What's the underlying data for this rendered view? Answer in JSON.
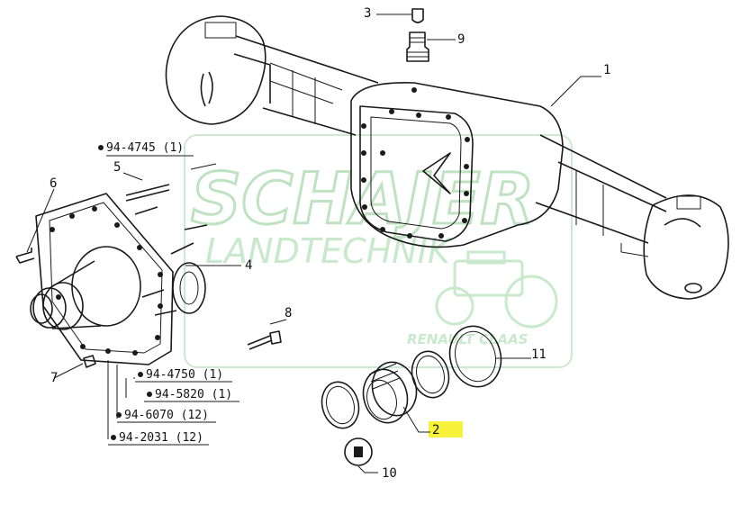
{
  "watermark": {
    "brand": "SCHAJER",
    "subtitle": "LANDTECHNIK",
    "tag": "RENAULT CLAAS"
  },
  "callouts": [
    {
      "id": "1",
      "text": "1"
    },
    {
      "id": "2",
      "text": "2"
    },
    {
      "id": "3",
      "text": "3"
    },
    {
      "id": "4",
      "text": "4"
    },
    {
      "id": "5",
      "text": "5"
    },
    {
      "id": "6",
      "text": "6"
    },
    {
      "id": "7",
      "text": "7"
    },
    {
      "id": "8",
      "text": "8"
    },
    {
      "id": "9",
      "text": "9"
    },
    {
      "id": "10",
      "text": "10"
    },
    {
      "id": "11",
      "text": "11"
    }
  ],
  "references": [
    {
      "text": "94-4745 (1)"
    },
    {
      "text": "94-4750 (1)"
    },
    {
      "text": "94-5820 (1)"
    },
    {
      "text": "94-6070 (12)"
    },
    {
      "text": "94-2031 (12)"
    }
  ],
  "colors": {
    "highlight": "#f7f23a",
    "watermark": "#bfe3c2",
    "ink": "#1a1a1a"
  }
}
